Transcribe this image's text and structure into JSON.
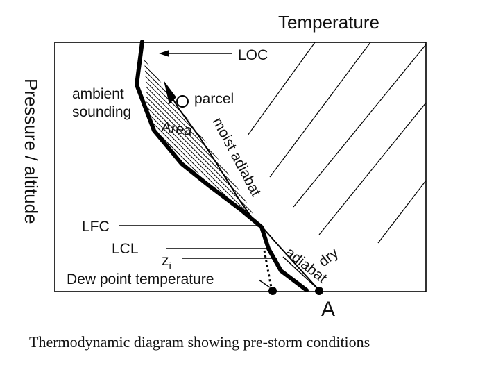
{
  "diagram": {
    "top_label": "Temperature",
    "side_label": "Pressure / altitude",
    "labels": {
      "loc": "LOC",
      "ambient_line1": "ambient",
      "ambient_line2": "sounding",
      "parcel": "parcel",
      "area": "Area",
      "moist_adiabat": "moist adiabat",
      "lfc": "LFC",
      "lcl": "LCL",
      "zi_main": "z",
      "zi_sub": "i",
      "dew_point": "Dew point temperature",
      "dry": "dry",
      "adiabat": "adiabat",
      "point_a": "A"
    },
    "caption": "Thermodynamic diagram showing pre-storm conditions"
  }
}
